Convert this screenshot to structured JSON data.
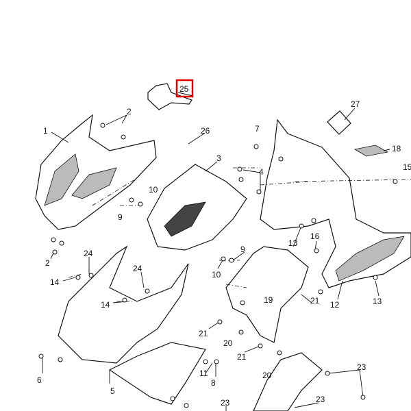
{
  "diagram": {
    "highlighted_callout": "25",
    "highlight_color": "#e00000",
    "callouts": [
      "25",
      "2",
      "1",
      "26",
      "27",
      "7",
      "18",
      "15",
      "3",
      "4",
      "10",
      "9",
      "24",
      "14",
      "24",
      "14",
      "2",
      "13",
      "16",
      "9",
      "10",
      "19",
      "21",
      "12",
      "13",
      "21",
      "20",
      "21",
      "20",
      "11",
      "8",
      "6",
      "5",
      "23",
      "23",
      "23"
    ]
  }
}
